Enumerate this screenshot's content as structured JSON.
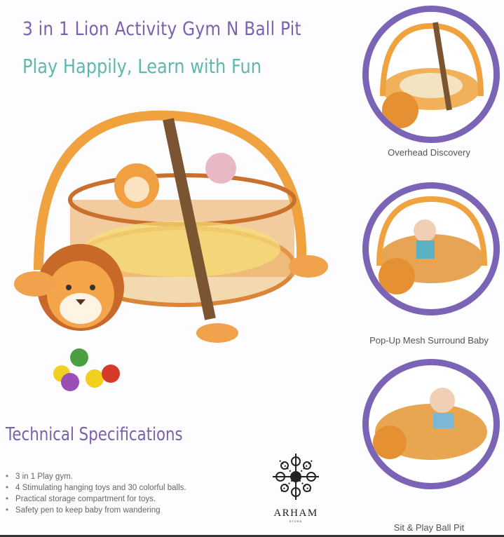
{
  "header": {
    "title": "3 in 1 Lion Activity Gym N Ball Pit",
    "tagline": "Play Happily, Learn with Fun"
  },
  "views": [
    {
      "caption": "Overhead Discovery"
    },
    {
      "caption": "Pop-Up Mesh Surround Baby"
    },
    {
      "caption": "Sit & Play Ball Pit"
    }
  ],
  "specs": {
    "title": "Technical Specifications",
    "items": [
      "3 in 1 Play gym.",
      "4 Stimulating hanging toys and 30 colorful balls.",
      "Practical storage compartment for toys.",
      "Safety pen to keep baby from wandering"
    ]
  },
  "logo": {
    "name": "ARHAM",
    "sub": "STORE"
  },
  "colors": {
    "purple": "#7b63b6",
    "teal": "#5fb7ad",
    "orange": "#e8953a"
  }
}
